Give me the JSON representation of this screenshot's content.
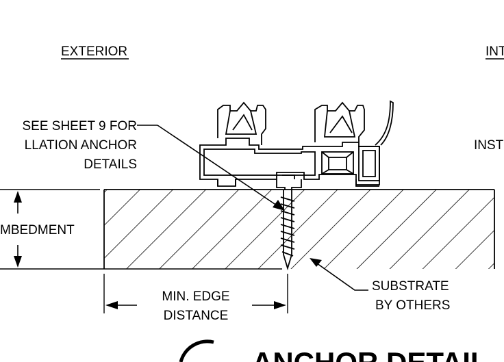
{
  "labels": {
    "exterior": "EXTERIOR",
    "interior_partial": "INT",
    "note_line1": "SEE SHEET 9 FOR",
    "note_line2": "LLATION ANCHOR",
    "note_line3": "DETAILS",
    "right_partial": "INST",
    "embedment": "MBEDMENT",
    "edge_line1": "MIN. EDGE",
    "edge_line2": "DISTANCE",
    "substrate_line1": "SUBSTRATE",
    "substrate_line2": "BY OTHERS",
    "title_partial": "ANCHOR DETAIL"
  },
  "colors": {
    "ink": "#000000",
    "paper": "#ffffff"
  }
}
